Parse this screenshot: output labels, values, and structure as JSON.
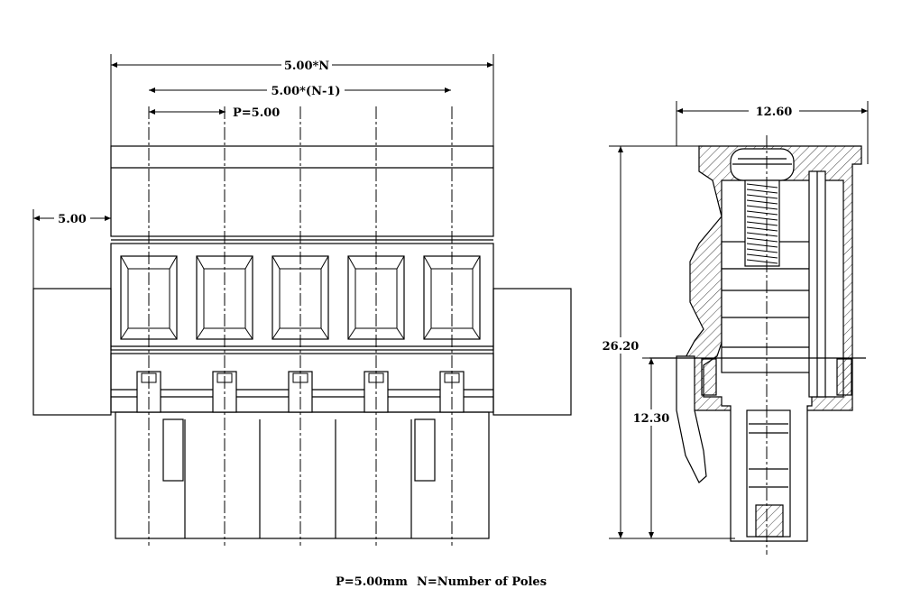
{
  "dimensions": {
    "total_width": "5.00*N",
    "span": "5.00*(N-1)",
    "pitch": "P=5.00",
    "offset": "5.00",
    "side_width": "12.60",
    "total_height": "26.20",
    "lower_height": "12.30"
  },
  "caption": {
    "pitch_note": "P=5.00mm",
    "poles_note": "N=Number of Poles"
  },
  "poles": 5,
  "colors": {
    "line": "#000000",
    "hatch": "#444444",
    "background": "#ffffff"
  }
}
